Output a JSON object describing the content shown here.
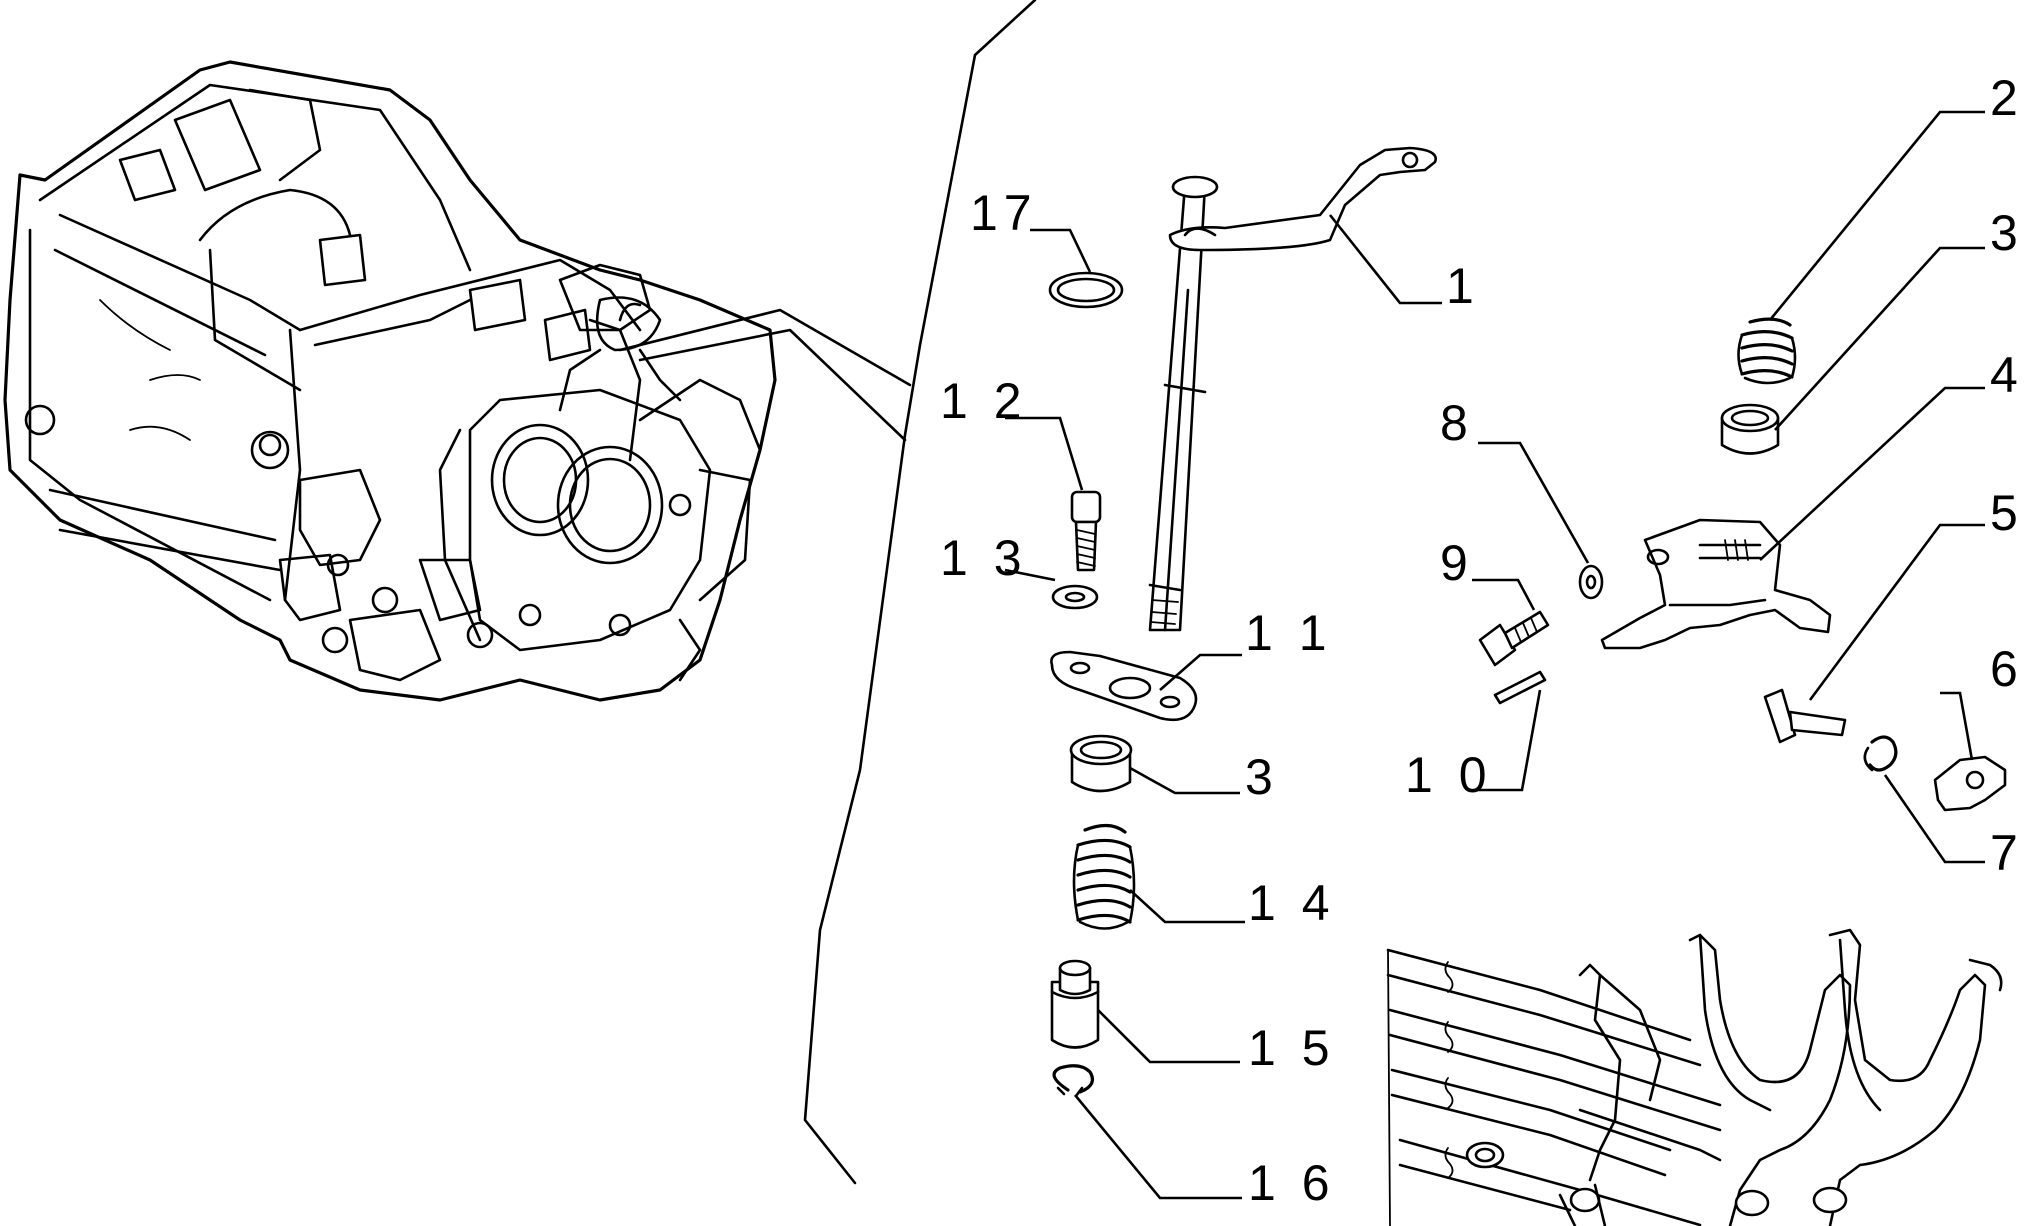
{
  "callouts": [
    {
      "id": "1",
      "text": "1"
    },
    {
      "id": "2",
      "text": "2"
    },
    {
      "id": "3a",
      "text": "3"
    },
    {
      "id": "3b",
      "text": "3"
    },
    {
      "id": "4",
      "text": "4"
    },
    {
      "id": "5",
      "text": "5"
    },
    {
      "id": "6",
      "text": "6"
    },
    {
      "id": "7",
      "text": "7"
    },
    {
      "id": "8",
      "text": "8"
    },
    {
      "id": "9",
      "text": "9"
    },
    {
      "id": "10",
      "text": "1 0"
    },
    {
      "id": "11",
      "text": "1 1"
    },
    {
      "id": "12",
      "text": "1 2"
    },
    {
      "id": "13",
      "text": "1 3"
    },
    {
      "id": "14",
      "text": "1 4"
    },
    {
      "id": "15",
      "text": "1 5"
    },
    {
      "id": "16",
      "text": "1 6"
    },
    {
      "id": "17",
      "text": "17"
    }
  ]
}
